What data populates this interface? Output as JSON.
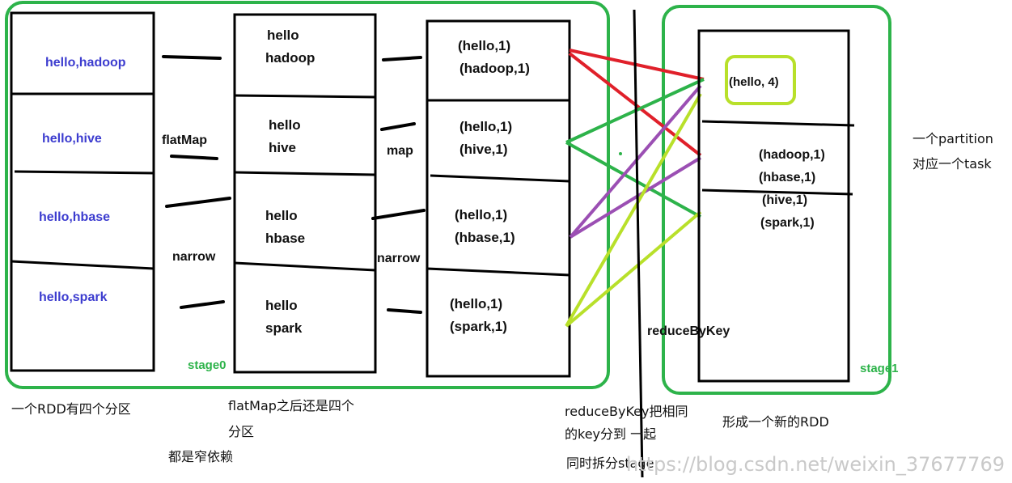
{
  "colors": {
    "stage_border": "#2db34a",
    "box_border": "#000000",
    "hello_edge": "#e0202a",
    "hive_edge": "#2db34a",
    "hbase_edge": "#9b4fb3",
    "spark_edge": "#b8e02a",
    "highlight": "#b8e02a",
    "rdd_text": "#3c3ccf"
  },
  "rdd1": {
    "partitions": [
      "hello,hadoop",
      "hello,hive",
      "hello,hbase",
      "hello,spark"
    ]
  },
  "ops": {
    "flatmap": "flatMap",
    "narrow1": "narrow",
    "map": "map",
    "narrow2": "narrow",
    "reduce": "reduceByKey"
  },
  "rdd2": {
    "partitions": [
      {
        "line1": "hello",
        "line2": "hadoop"
      },
      {
        "line1": "hello",
        "line2": "hive"
      },
      {
        "line1": "hello",
        "line2": "hbase"
      },
      {
        "line1": "hello",
        "line2": "spark"
      }
    ]
  },
  "rdd3": {
    "partitions": [
      {
        "line1": "(hello,1)",
        "line2": "(hadoop,1)"
      },
      {
        "line1": "(hello,1)",
        "line2": "(hive,1)"
      },
      {
        "line1": "(hello,1)",
        "line2": "(hbase,1)"
      },
      {
        "line1": "(hello,1)",
        "line2": "(spark,1)"
      }
    ]
  },
  "rdd4": {
    "hello": "(hello, 4)",
    "others": [
      "(hadoop,1)",
      "(hbase,1)",
      "(hive,1)",
      "(spark,1)"
    ]
  },
  "stages": {
    "stage0": "stage0",
    "stage1": "stage1"
  },
  "notes": {
    "rdd_four": "一个RDD有四个分区",
    "flatmap_line1": "flatMap之后还是四个",
    "flatmap_line2": "分区",
    "narrow_dep": "都是窄依赖",
    "reduce_line1": "reduceByKey把相同",
    "reduce_line2": "的key分到 一起",
    "reduce_line3": "同时拆分stage",
    "new_rdd": "形成一个新的RDD",
    "partition_line1": "一个partition",
    "partition_line2": "对应一个task"
  },
  "watermark": "https://blog.csdn.net/weixin_37677769"
}
